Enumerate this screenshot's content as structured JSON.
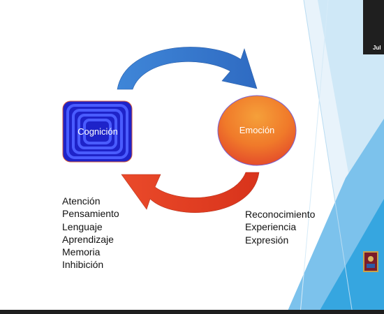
{
  "diagram": {
    "node_cognition": "Cognición",
    "node_emotion": "Emoción",
    "cognition_items": [
      "Atención",
      "Pensamiento",
      "Lenguaje",
      "Aprendizaje",
      "Memoria",
      "Inhibición"
    ],
    "emotion_items": [
      "Reconocimiento",
      "Experiencia",
      "Expresión"
    ]
  },
  "corner_label": "Jul",
  "colors": {
    "cognition_fill": "#2a2ee8",
    "emotion_fill": "#f07a2a",
    "top_arrow": "#3b7ad0",
    "bottom_arrow": "#e23a1f",
    "outline": "#c0392b"
  }
}
